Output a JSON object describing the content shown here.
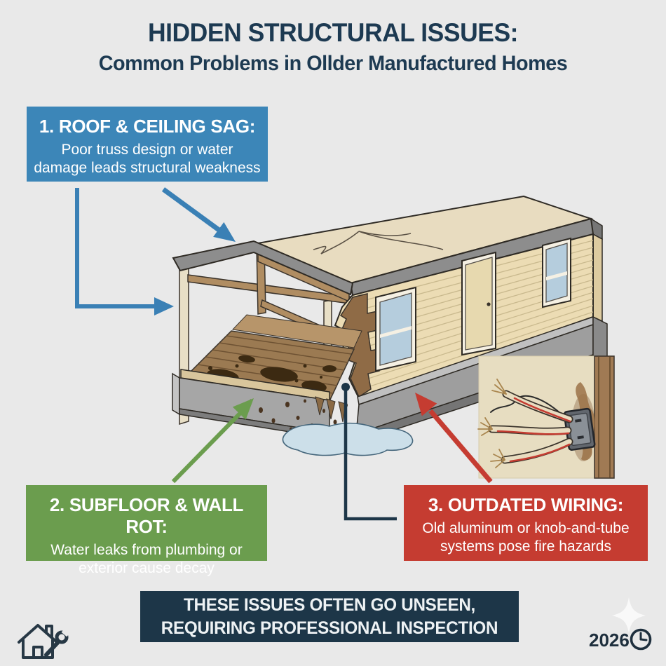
{
  "page": {
    "background_color": "#e9e9e9"
  },
  "header": {
    "title": "HIDDEN STRUCTURAL ISSUES:",
    "subtitle": "Common Problems in Ollder Manufactured Homes",
    "text_color": "#1d3a52"
  },
  "callouts": {
    "roof": {
      "heading": "1. ROOF & CEILING SAG:",
      "body": "Poor truss design or water damage leads structural weakness",
      "color": "#3c86b8"
    },
    "subfloor": {
      "heading": "2. SUBFLOOR & WALL ROT:",
      "body": "Water leaks from plumbing or exterior cause decay",
      "color": "#6b9d4e"
    },
    "wiring": {
      "heading": "3. OUTDATED WIRING:",
      "body": "Old aluminum or knob-and-tube systems pose fire hazards",
      "color": "#c53c31"
    }
  },
  "banner": {
    "line1": "THESE ISSUES OFTEN GO UNSEEN,",
    "line2": "REQUIRING PROFESSIONAL INSPECTION",
    "background_color": "#1d3648"
  },
  "footer": {
    "year": "2026",
    "icons": [
      "house-wrench-icon",
      "sparkle-icon",
      "clock-icon"
    ]
  },
  "illustration": {
    "description": "Cutaway 3D view of an older single-wide manufactured home: sagging cracked roof, exposed roof truss framing, rotted subfloor with mold and water puddle, and an inset of frayed outdated wiring at a wall outlet box"
  }
}
